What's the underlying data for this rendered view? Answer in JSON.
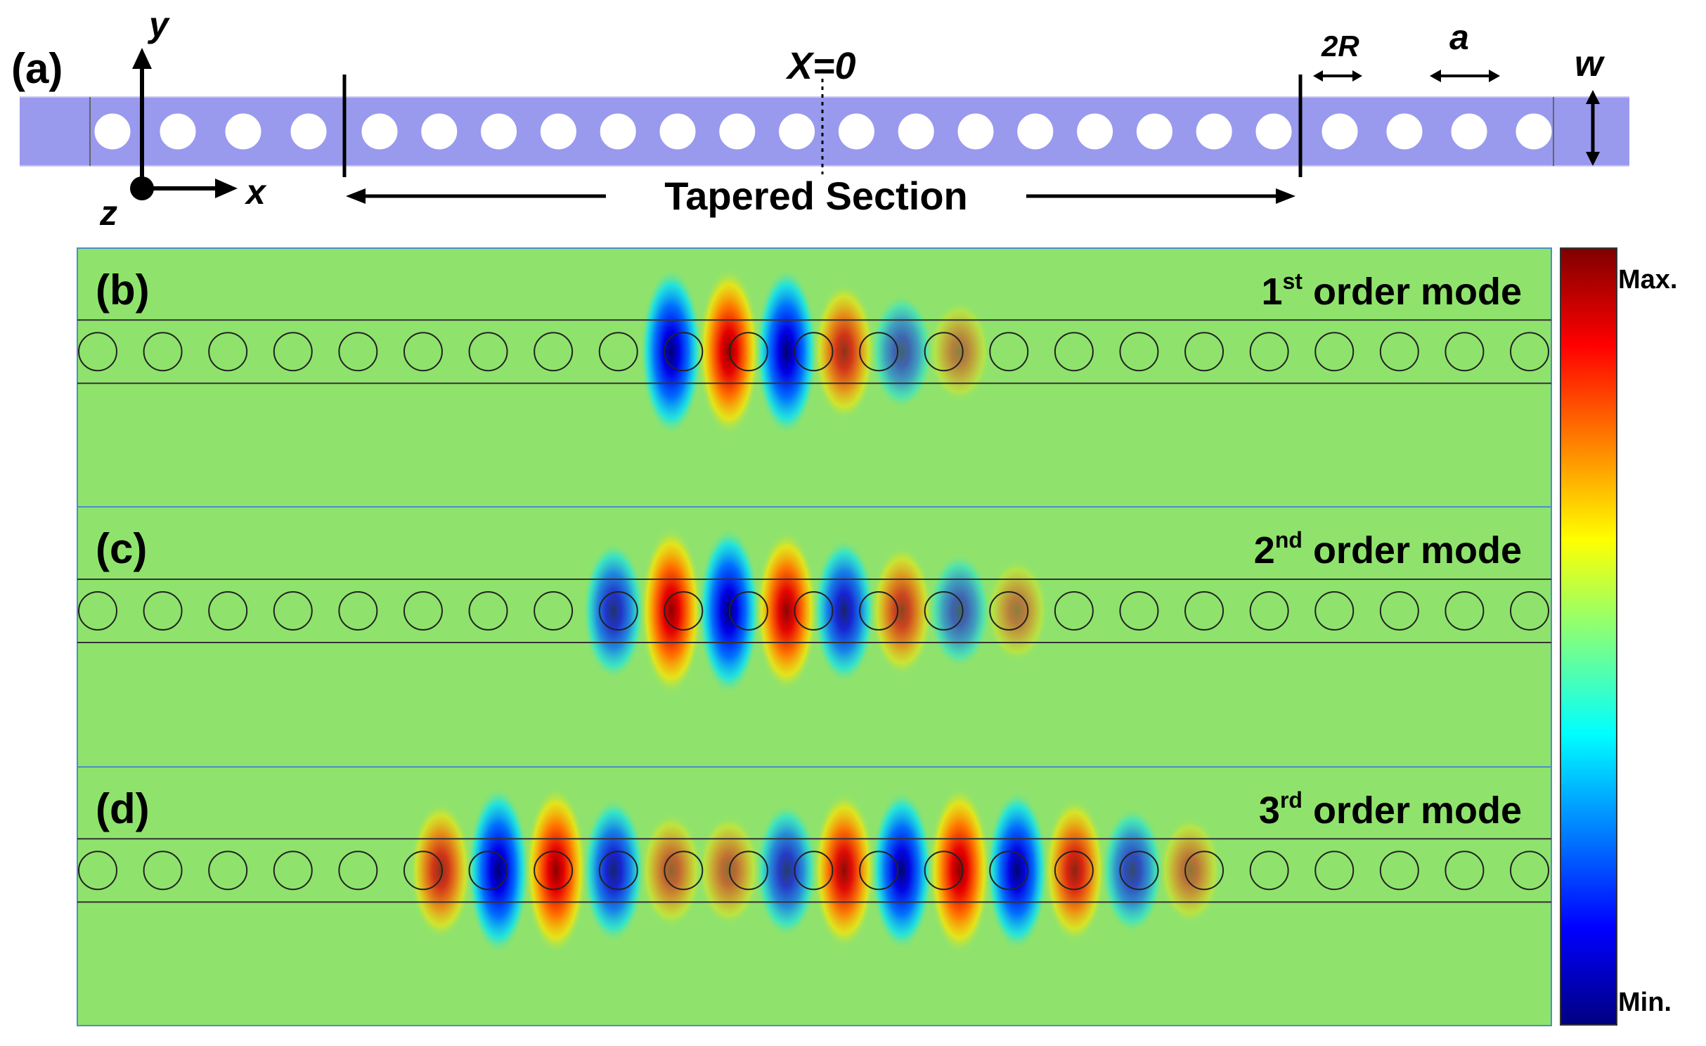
{
  "panel_a": {
    "label": "(a)",
    "axis_y": "y",
    "axis_x": "x",
    "axis_z": "z",
    "x0_label": "X=0",
    "two_r_label": "2R",
    "a_label": "a",
    "w_label": "w",
    "tapered_label": "Tapered Section",
    "waveguide_color": "#9999ee"
  },
  "modes": [
    {
      "label": "(b)",
      "order": "1",
      "suffix": "st",
      "text": " order mode",
      "lobes": [
        -1.6,
        1.25,
        -1.0,
        0.6,
        -0.3,
        0.12
      ]
    },
    {
      "label": "(c)",
      "order": "2",
      "suffix": "nd",
      "text": " order mode",
      "lobes": [
        -0.6,
        1.0,
        -1.0,
        0.9,
        -0.7,
        0.5,
        -0.3,
        0.14
      ]
    },
    {
      "label": "(d)",
      "order": "3",
      "suffix": "rd",
      "text": " order mode",
      "lobes": [
        0.6,
        -1.0,
        1.0,
        -0.7,
        0.3,
        0.25,
        -0.55,
        0.85,
        -0.9,
        1.0,
        -0.9,
        0.7,
        -0.45,
        0.2
      ]
    }
  ],
  "colorbar": {
    "max_label": "Max.",
    "min_label": "Min.",
    "colormap": "jet"
  },
  "colors": {
    "background_green": "#8fe36c",
    "hole_outline": "#222222",
    "frame": "#4a8fc8"
  }
}
